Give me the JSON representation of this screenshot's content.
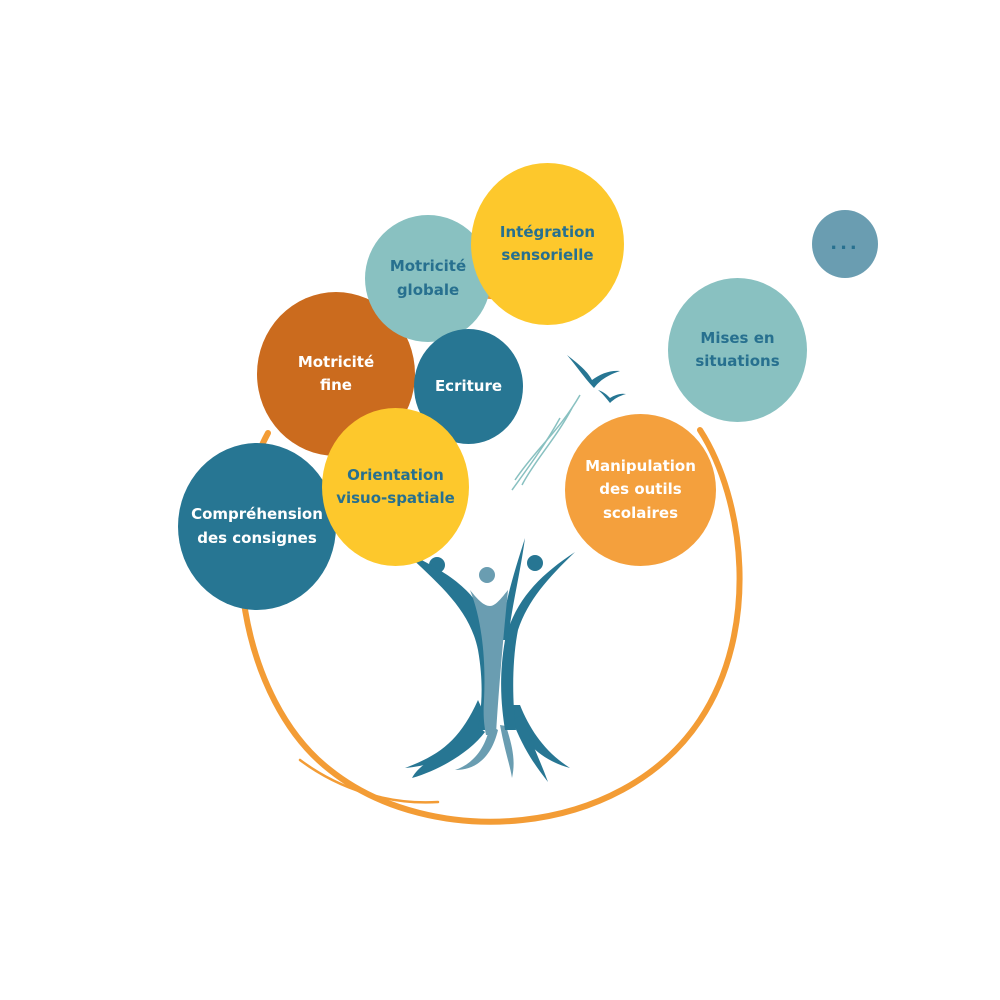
{
  "colors": {
    "dark_teal": "#277693",
    "light_teal": "#89c1c1",
    "yellow": "#fdc82c",
    "dark_orange": "#cb6b1e",
    "orange": "#f4a03d",
    "slate_blue": "#6a9db1",
    "ring_orange": "#f39c35",
    "text_dark": "#27708f",
    "text_light": "#ffffff"
  },
  "bubbles": [
    {
      "id": "integration-sensorielle",
      "lines": [
        "Intégration",
        "sensorielle"
      ],
      "fill": "yellow",
      "text": "dark"
    },
    {
      "id": "motricite-globale",
      "lines": [
        "Motricité",
        "globale"
      ],
      "fill": "light_teal",
      "text": "dark"
    },
    {
      "id": "motricite-fine",
      "lines": [
        "Motricité",
        "fine"
      ],
      "fill": "dark_orange",
      "text": "light"
    },
    {
      "id": "ecriture",
      "lines": [
        "Ecriture"
      ],
      "fill": "dark_teal",
      "text": "light"
    },
    {
      "id": "orientation-visuo-spatiale",
      "lines": [
        "Orientation",
        "visuo-spatiale"
      ],
      "fill": "yellow",
      "text": "dark"
    },
    {
      "id": "comprehension-des-consignes",
      "lines": [
        "Compréhension",
        "des consignes"
      ],
      "fill": "dark_teal",
      "text": "light"
    },
    {
      "id": "mises-en-situations",
      "lines": [
        "Mises en",
        "situations"
      ],
      "fill": "light_teal",
      "text": "dark"
    },
    {
      "id": "manipulation-des-outils-scolaires",
      "lines": [
        "Manipulation",
        "des outils",
        "scolaires"
      ],
      "fill": "orange",
      "text": "light"
    },
    {
      "id": "ellipsis",
      "lines": [
        "..."
      ],
      "fill": "slate_blue",
      "text": "dark"
    }
  ],
  "icons": [
    "tree-people-icon",
    "birds-icon"
  ]
}
